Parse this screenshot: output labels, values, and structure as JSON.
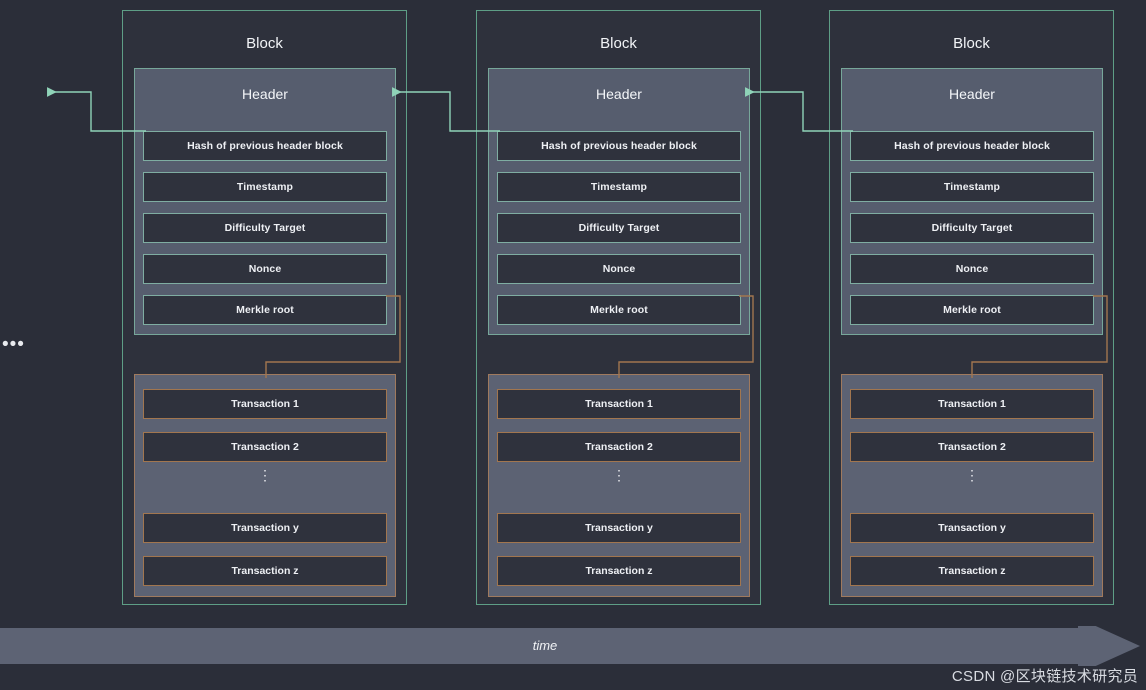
{
  "diagram": {
    "title": "Blockchain block structure",
    "left_ellipsis": "•••",
    "colors": {
      "background": "#2b2e39",
      "block_border": "#5e9e86",
      "header_bg": "#565d6e",
      "header_border": "#77a79a",
      "field_bg": "#2f323d",
      "field_border": "#7fada2",
      "tx_panel_bg": "#5c6273",
      "tx_panel_border": "#a07a5e",
      "tx_box_border": "#a2764f",
      "wire_green": "#8fd3b8",
      "wire_orange": "#a2764f",
      "timebar": "#5d6374",
      "text": "#f2f4f7"
    }
  },
  "blocks": [
    {
      "title": "Block",
      "header": {
        "title": "Header",
        "fields": [
          "Hash of previous header block",
          "Timestamp",
          "Difficulty Target",
          "Nonce",
          "Merkle root"
        ]
      },
      "transactions": {
        "top": [
          "Transaction 1",
          "Transaction 2"
        ],
        "ellipsis": "⋮",
        "bottom": [
          "Transaction y",
          "Transaction z"
        ]
      }
    },
    {
      "title": "Block",
      "header": {
        "title": "Header",
        "fields": [
          "Hash of previous header block",
          "Timestamp",
          "Difficulty Target",
          "Nonce",
          "Merkle root"
        ]
      },
      "transactions": {
        "top": [
          "Transaction 1",
          "Transaction 2"
        ],
        "ellipsis": "⋮",
        "bottom": [
          "Transaction y",
          "Transaction z"
        ]
      }
    },
    {
      "title": "Block",
      "header": {
        "title": "Header",
        "fields": [
          "Hash of previous header block",
          "Timestamp",
          "Difficulty Target",
          "Nonce",
          "Merkle root"
        ]
      },
      "transactions": {
        "top": [
          "Transaction 1",
          "Transaction 2"
        ],
        "ellipsis": "⋮",
        "bottom": [
          "Transaction y",
          "Transaction z"
        ]
      }
    }
  ],
  "timeline": {
    "label": "time"
  },
  "watermark": {
    "text": "CSDN @区块链技术研究员"
  }
}
